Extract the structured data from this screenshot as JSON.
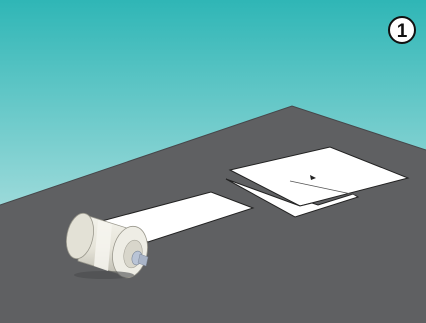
{
  "illustration": {
    "step_number": "1",
    "colors": {
      "sky_top": "#2fb6b6",
      "sky_bottom": "#d9eeee",
      "floor": "#5f6062",
      "floor_edge": "#46474a",
      "paper": "#ffffff",
      "paper_outline": "#222222",
      "roll_body": "#ecebe3",
      "roll_shadow": "#c9c7bb",
      "roll_core": "#b9c4d6",
      "badge_fill": "#ffffff",
      "badge_outline": "#111111"
    },
    "icons": [
      "step-number-badge",
      "paper-roll-icon",
      "unrolled-paper-strip",
      "folded-paper-sheets"
    ]
  }
}
